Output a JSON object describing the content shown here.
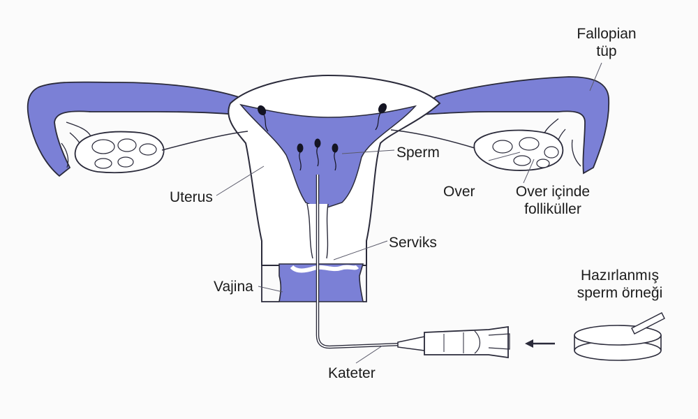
{
  "labels": {
    "fallopian_line1": "Fallopian",
    "fallopian_line2": "tüp",
    "sperm": "Sperm",
    "uterus": "Uterus",
    "over": "Over",
    "over_icinde_line1": "Over içinde",
    "over_icinde_line2": "folliküller",
    "serviks": "Serviks",
    "vajina": "Vajina",
    "hazir_line1": "Hazırlanmış",
    "hazir_line2": "sperm örneği",
    "kateter": "Kateter"
  },
  "colors": {
    "tissue": "#7b80d6",
    "outline": "#2a2a3a",
    "background": "#fbfbfb",
    "sperm": "#141423"
  }
}
